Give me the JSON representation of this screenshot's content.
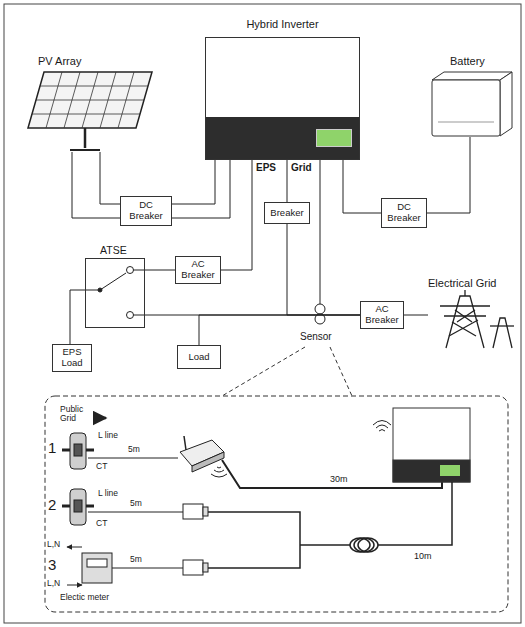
{
  "diagram": {
    "nodes": [
      {
        "text": [
          "PV Array"
        ]
      },
      {
        "text": [
          "Hybrid Inverter"
        ]
      },
      {
        "text": [
          "Battery"
        ]
      },
      {
        "text": [
          "DC Breaker"
        ]
      },
      {
        "text": [
          "Breaker"
        ]
      },
      {
        "text": [
          "DC Breaker"
        ]
      },
      {
        "text": [
          "ATSE"
        ]
      },
      {
        "text": [
          "AC Breaker"
        ]
      },
      {
        "text": [
          "EPS Load"
        ]
      },
      {
        "text": [
          "Load"
        ]
      },
      {
        "text": [
          "AC Breaker"
        ]
      },
      {
        "text": [
          "Electrical Grid"
        ]
      }
    ],
    "edges": [
      {
        "from": 0,
        "to": 3,
        "arrow": "none"
      },
      {
        "from": 0,
        "to": 3,
        "arrow": "none"
      },
      {
        "from": 3,
        "to": 1,
        "arrow": "none"
      },
      {
        "from": 3,
        "to": 1,
        "arrow": "none"
      },
      {
        "from": 1,
        "to": 7,
        "arrow": "none"
      },
      {
        "from": 7,
        "to": 6,
        "arrow": "none"
      },
      {
        "from": 1,
        "to": 4,
        "arrow": "none"
      },
      {
        "from": 4,
        "to": 10,
        "arrow": "none"
      },
      {
        "from": 6,
        "to": 10,
        "arrow": "none"
      },
      {
        "from": 9,
        "to": 10,
        "arrow": "none"
      },
      {
        "from": 6,
        "to": 8,
        "arrow": "none"
      },
      {
        "from": 1,
        "to": 5,
        "arrow": "none"
      },
      {
        "from": 5,
        "to": 2,
        "arrow": "none"
      },
      {
        "from": 10,
        "to": 11,
        "arrow": "none"
      }
    ],
    "labels": [
      "Sensor",
      "EPS",
      "Grid",
      "Public Grid",
      "1",
      "L line",
      "CT",
      "5m",
      "30m",
      "2",
      "L line",
      "CT",
      "5m",
      "3",
      "L,N",
      "L,N",
      "Electic meter",
      "5m",
      "10m"
    ]
  }
}
